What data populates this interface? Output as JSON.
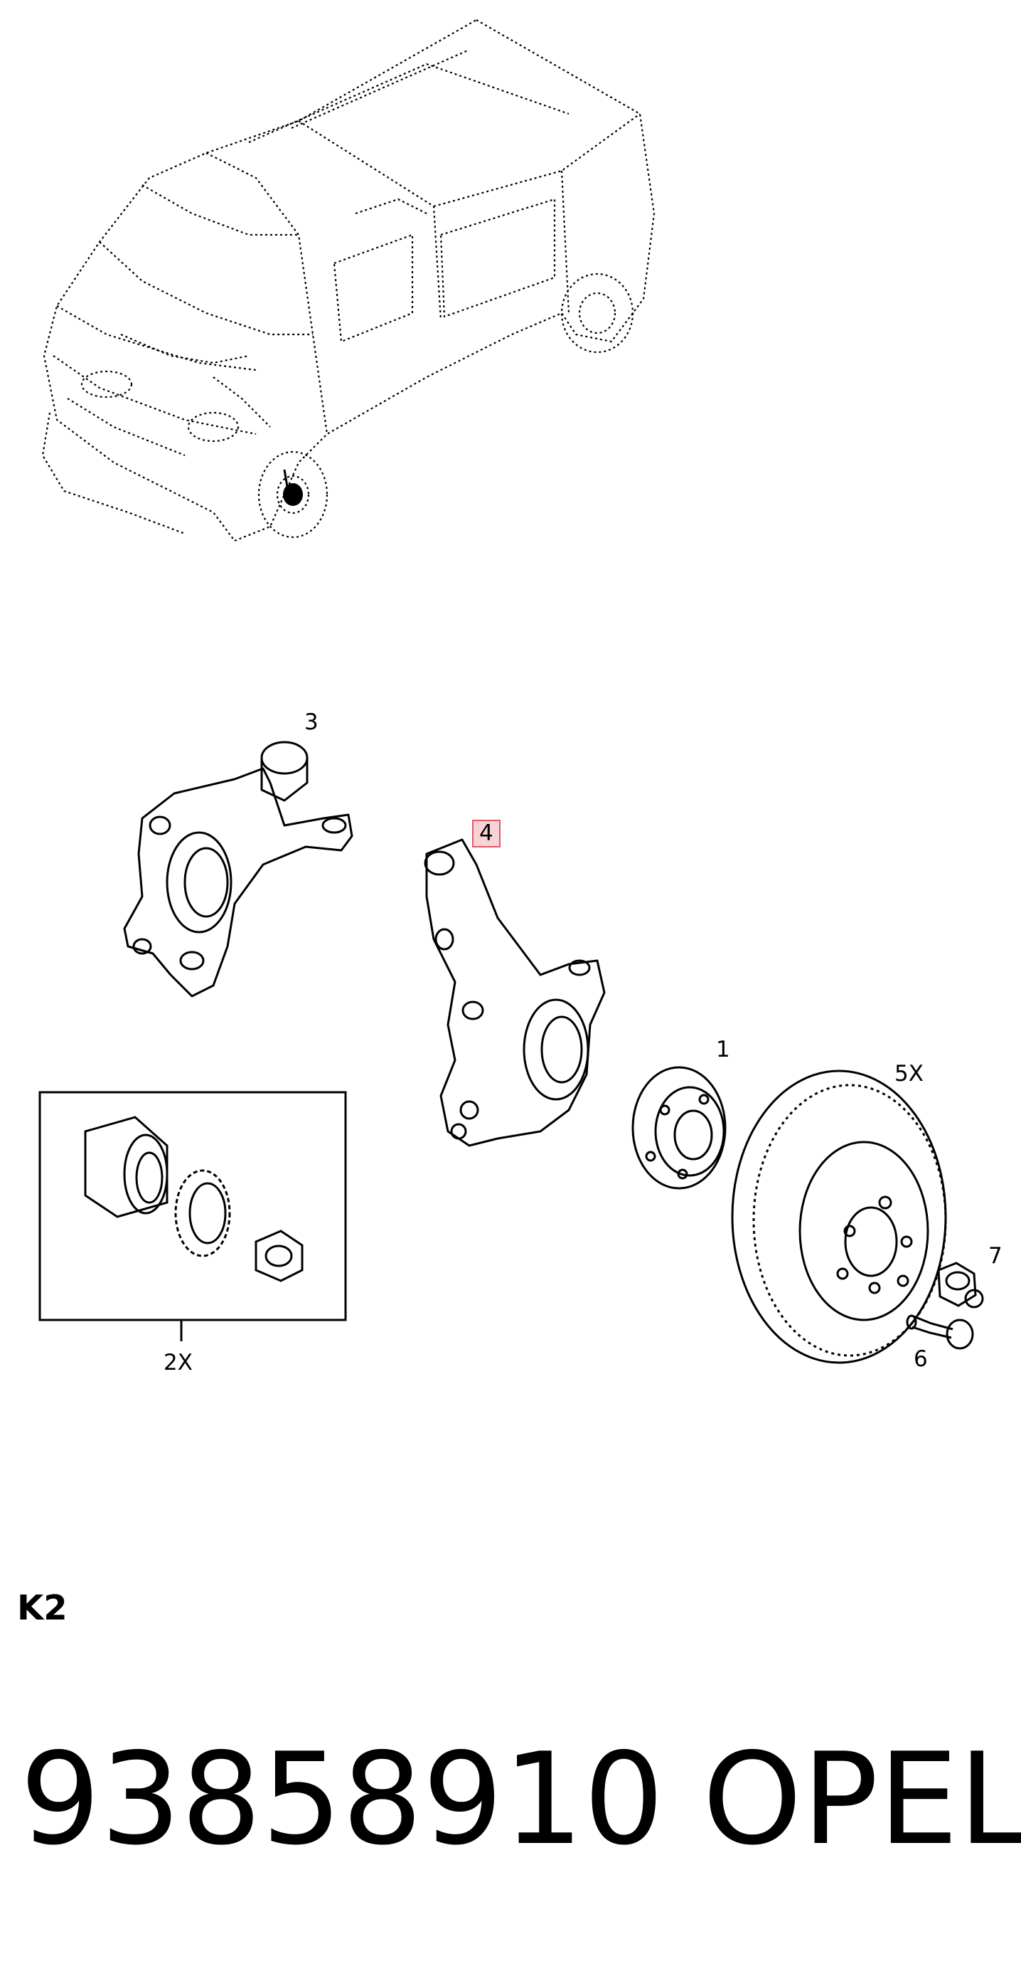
{
  "diagram": {
    "callouts": [
      {
        "id": "c3",
        "label": "3"
      },
      {
        "id": "c4",
        "label": "4",
        "highlighted": true
      },
      {
        "id": "c1",
        "label": "1"
      },
      {
        "id": "c5x",
        "label": "5X"
      },
      {
        "id": "c7",
        "label": "7"
      },
      {
        "id": "c6",
        "label": "6"
      },
      {
        "id": "c2x",
        "label": "2X"
      }
    ],
    "highlight_color": "#e05a66",
    "line_color": "#000000"
  },
  "section_code": "K2",
  "footer": {
    "part_number": "93858910",
    "brand": "OPEL"
  }
}
